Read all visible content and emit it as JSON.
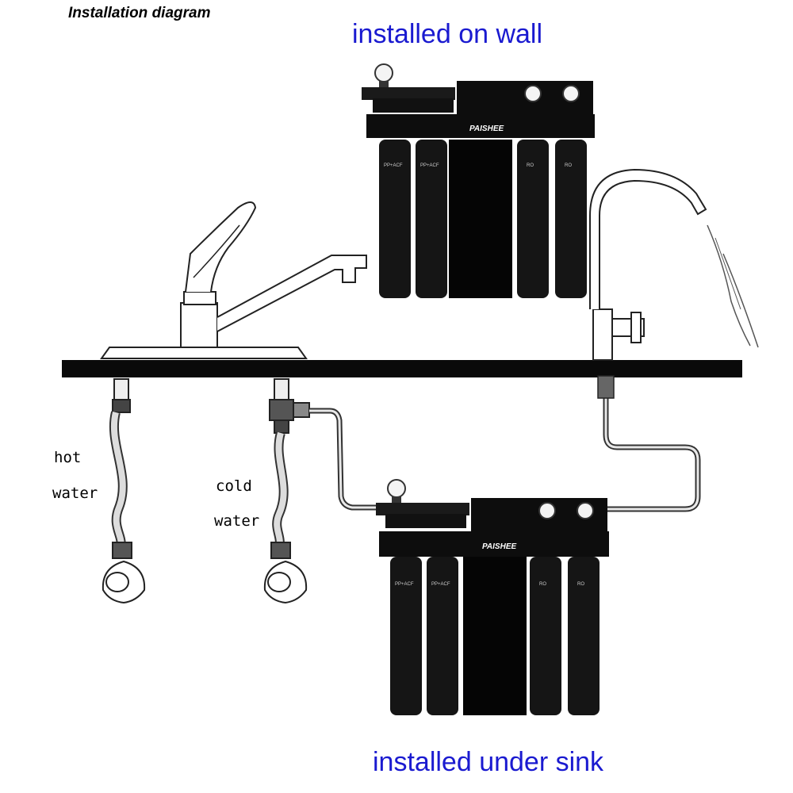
{
  "diagram": {
    "title": "Installation diagram",
    "caption_wall": "installed on wall",
    "caption_sink": "installed under sink",
    "hot_label_line1": "hot",
    "hot_label_line2": "water",
    "cold_label_line1": "cold",
    "cold_label_line2": "water"
  },
  "units": [
    {
      "id": "wall",
      "brand": "PAISHEE",
      "filters": [
        "PP+ACF",
        "PP+ACF",
        "RO",
        "RO"
      ]
    },
    {
      "id": "sink",
      "brand": "PAISHEE",
      "filters": [
        "PP+ACF",
        "PP+ACF",
        "RO",
        "RO"
      ]
    }
  ],
  "colors": {
    "caption": "#1a1ad0",
    "unit_body": "#0d0d0d",
    "countertop": "#0a0a0a",
    "line": "#222222"
  }
}
